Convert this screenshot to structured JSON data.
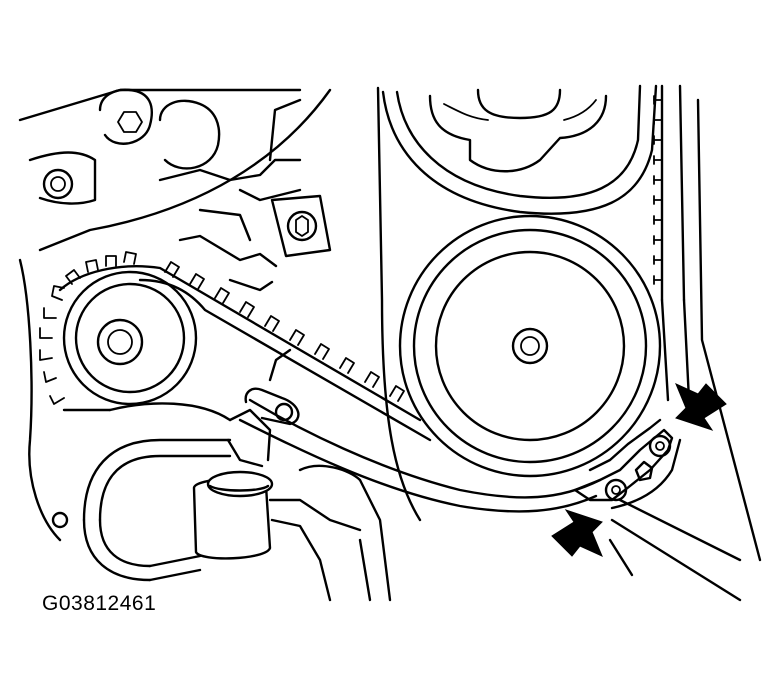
{
  "figure": {
    "code": "G03812461"
  },
  "colors": {
    "ink": "#000000",
    "paper": "#ffffff"
  },
  "icons": {
    "arrow_upper": "arrow-pointing-to-tensioner",
    "arrow_lower": "arrow-pointing-to-tensioner"
  }
}
